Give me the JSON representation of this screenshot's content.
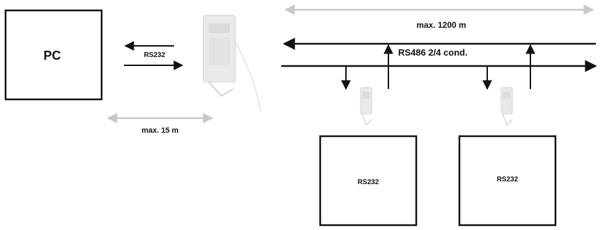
{
  "diagram": {
    "pc": {
      "label": "PC"
    },
    "pc_link": {
      "protocol": "RS232",
      "distance": "max. 15 m"
    },
    "bus": {
      "distance": "max. 1200 m",
      "label": "RS486 2/4 cond."
    },
    "devices": [
      {
        "label": "RS232"
      },
      {
        "label": "RS232"
      }
    ],
    "colors": {
      "line": "#111111",
      "dimension_arrow": "#c8c8c8",
      "converter": "#d0d0d0"
    }
  }
}
